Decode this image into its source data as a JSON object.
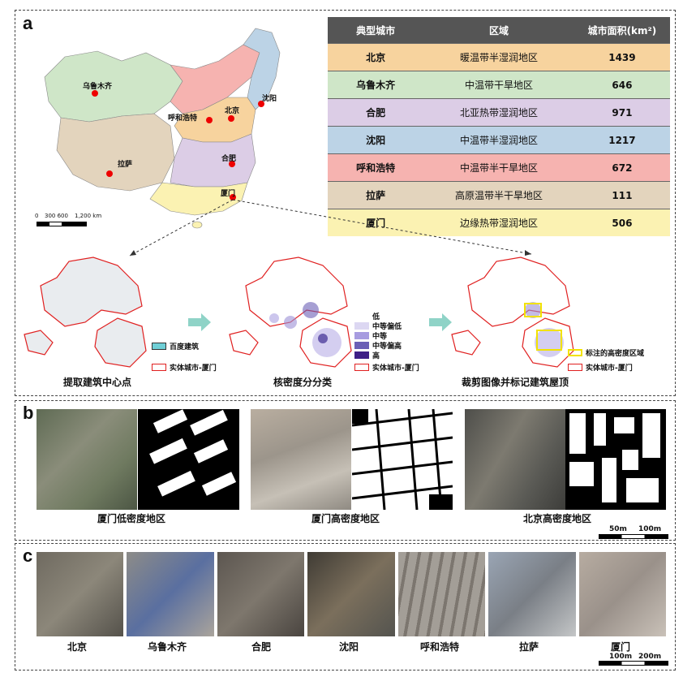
{
  "panels": {
    "a": "a",
    "b": "b",
    "c": "c"
  },
  "table": {
    "headers": [
      "典型城市",
      "区域",
      "城市面积(km²)"
    ],
    "rows": [
      {
        "city": "北京",
        "region": "暖温带半湿润地区",
        "area": "1439",
        "color": "#f7d39e"
      },
      {
        "city": "乌鲁木齐",
        "region": "中温带干旱地区",
        "area": "646",
        "color": "#cfe6c8"
      },
      {
        "city": "合肥",
        "region": "北亚热带湿润地区",
        "area": "971",
        "color": "#dccde6"
      },
      {
        "city": "沈阳",
        "region": "中温带半湿润地区",
        "area": "1217",
        "color": "#bcd3e6"
      },
      {
        "city": "呼和浩特",
        "region": "中温带半干旱地区",
        "area": "672",
        "color": "#f6b3b0"
      },
      {
        "city": "拉萨",
        "region": "高原温带半干旱地区",
        "area": "111",
        "color": "#e3d4bd"
      },
      {
        "city": "厦门",
        "region": "边缘热带湿润地区",
        "area": "506",
        "color": "#fbf2b2"
      }
    ]
  },
  "map": {
    "cities": [
      "乌鲁木齐",
      "北京",
      "沈阳",
      "呼和浩特",
      "拉萨",
      "合肥",
      "厦门"
    ],
    "scale": {
      "ticks": [
        "0",
        "300 600",
        "1,200 km"
      ]
    }
  },
  "steps": {
    "step1": "提取建筑中心点",
    "step2": "核密度分分类",
    "step3": "裁剪图像并标记建筑屋顶",
    "legend1": [
      "百度建筑",
      "实体城市-厦门"
    ],
    "legend2": [
      "低",
      "中等偏低",
      "中等",
      "中等偏高",
      "高",
      "实体城市-厦门"
    ],
    "legend3": [
      "标注的高密度区域",
      "实体城市-厦门"
    ]
  },
  "panel_b": {
    "captions": [
      "厦门低密度地区",
      "厦门高密度地区",
      "北京高密度地区"
    ],
    "scale": [
      "50m",
      "100m"
    ]
  },
  "panel_c": {
    "captions": [
      "北京",
      "乌鲁木齐",
      "合肥",
      "沈阳",
      "呼和浩特",
      "拉萨",
      "厦门"
    ],
    "scale": [
      "100m",
      "200m"
    ]
  },
  "colors": {
    "arrow": "#8fd3c7",
    "outline": "#e02020",
    "highlight": "#f2e200"
  }
}
